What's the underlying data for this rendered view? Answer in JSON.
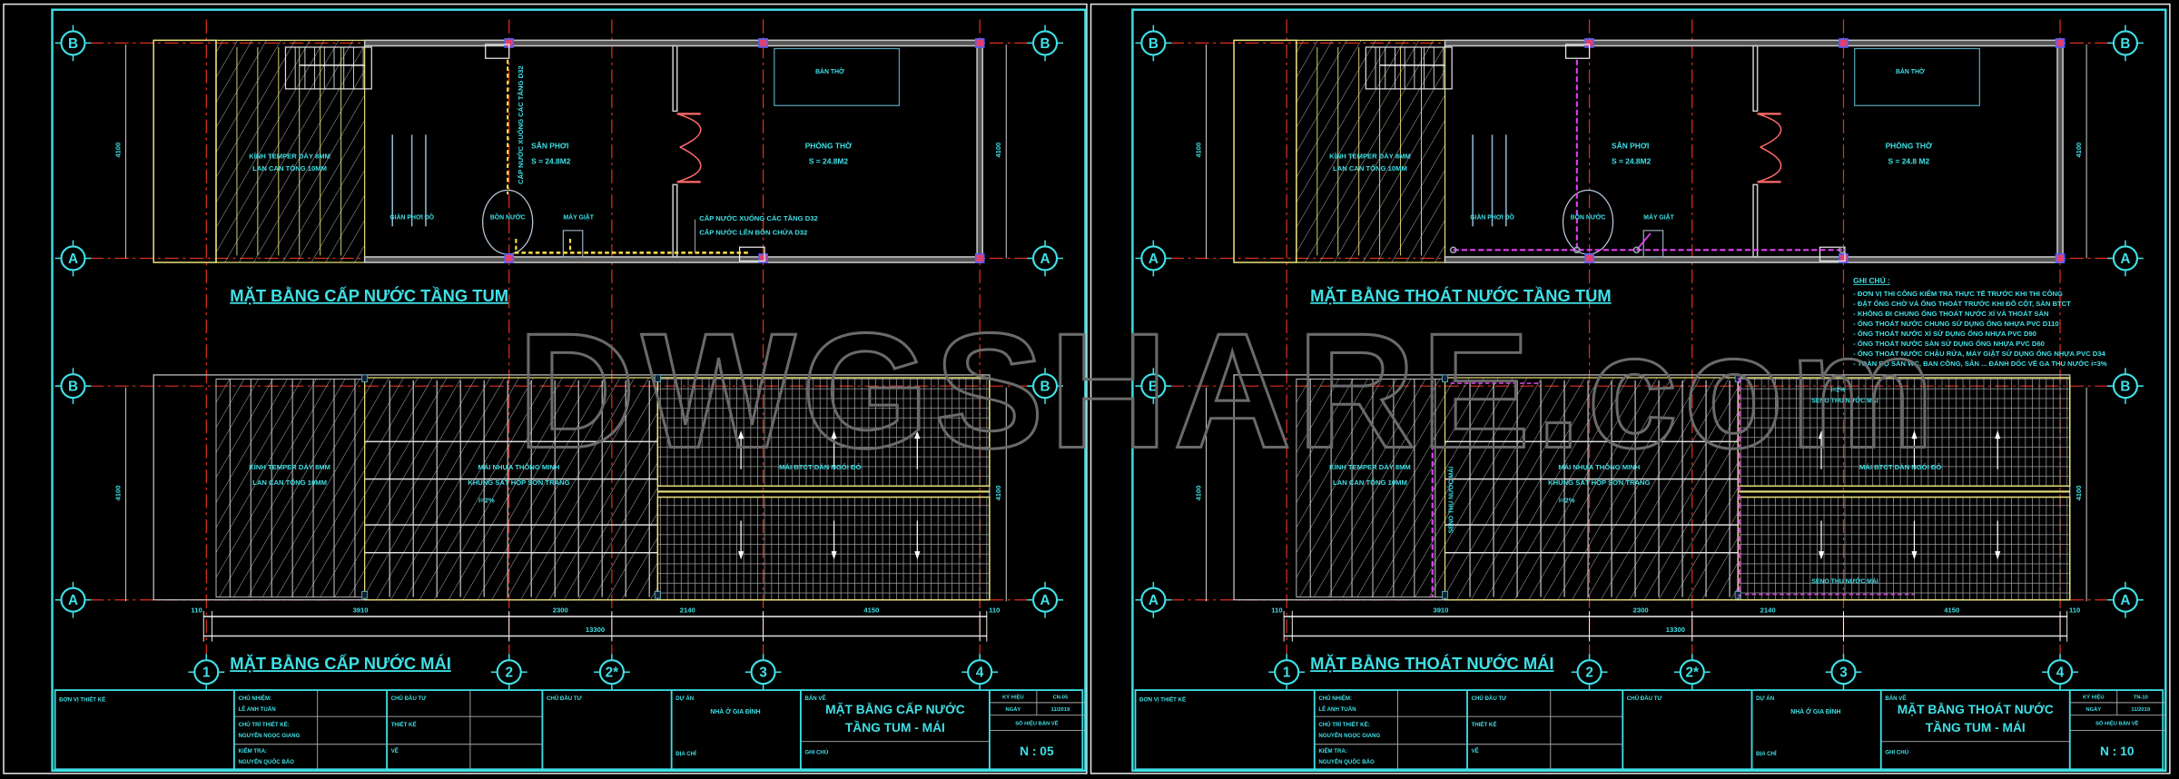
{
  "colors": {
    "background": "#000000",
    "frame": "#3fe0e6",
    "text": "#3fe0e6",
    "grid_axis": "#e0301e",
    "wall": "#c8c8c8",
    "glass_rail": "#e8e07a",
    "supply_pipe": "#ffe14a",
    "drain_pipe": "#e040f0",
    "door": "#ff6a6a",
    "watermark": "#6a6a6a"
  },
  "watermark": "DWGSHARE.com",
  "grid": {
    "rows": [
      "B",
      "A"
    ],
    "columns": [
      "1",
      "2",
      "2*",
      "3",
      "4"
    ]
  },
  "sheets": [
    {
      "top_plan_title": "MẶT BẰNG CẤP NƯỚC TẦNG TUM",
      "roof_plan_title": "MẶT BẰNG CẤP NƯỚC MÁI",
      "top_plan": {
        "drying_yard": "SÂN PHƠI",
        "drying_area": "S = 24.8M2",
        "shrine_room": "PHÒNG THỜ",
        "shrine_area": "S = 24.8M2",
        "altar": "BÀN THỜ",
        "glass_1": "KÍNH TEMPER DÀY 8MM",
        "glass_2": "LAN CAN TỔNG 10MM",
        "clothes_rack": "GIÀN PHƠI ĐỒ",
        "water_tank": "BỒN NƯỚC",
        "washer": "MÁY GIẶT",
        "pipe_down": "CẤP NƯỚC XUỐNG CÁC TẦNG D32",
        "pipe_up": "CẤP NƯỚC LÊN BỒN CHỨA D32",
        "pipe_vertical": "CẤP NƯỚC XUỐNG CÁC TẦNG D32"
      },
      "roof_plan": {
        "glass_1": "KÍNH TEMPER DÀY 8MM",
        "glass_2": "LAN CAN TỔNG 10MM",
        "smart_roof_1": "MÁI NHỰA THÔNG MINH",
        "smart_roof_2": "KHUNG SẮT HỘP SƠN TRẮNG",
        "slope": "i=2%",
        "concrete_roof": "MÁI BTCT DÁN NGÓI ĐỎ"
      },
      "dimensions": {
        "vertical": "4100",
        "spans": [
          "110",
          "3910",
          "2300",
          "2140",
          "4150",
          "110"
        ],
        "total": "13300"
      },
      "title_block": {
        "designer_unit": "ĐƠN VỊ THIẾT KẾ",
        "chief_label": "CHỦ NHIỆM:",
        "chief_name": "LÊ ANH TUẤN",
        "lead_label": "CHỦ TRÌ THIẾT KẾ:",
        "lead_name": "NGUYỄN NGỌC GIANG",
        "check_label": "KIỂM TRA:",
        "check_name": "NGUYỄN QUỐC BẢO",
        "owner_label": "CHỦ ĐẦU TƯ",
        "design_label": "THIẾT KẾ",
        "draw_label": "VẼ",
        "approve_label": "CHỦ ĐẦU TƯ",
        "project_label": "DỰ ÁN",
        "project_name": "NHÀ Ở GIA ĐÌNH",
        "address_label": "ĐỊA CHỈ",
        "drawing_label": "BẢN VẼ",
        "drawing_title_1": "MẶT BẰNG CẤP NƯỚC",
        "drawing_title_2": "TẦNG TUM - MÁI",
        "note_label": "GHI CHÚ",
        "code_label": "KÝ HIỆU",
        "code_value": "CN-05",
        "date_label": "NGÀY",
        "date_value": "11/2019",
        "sheet_label": "SỐ HIỆU BẢN VẼ",
        "sheet_no": "N : 05"
      }
    },
    {
      "top_plan_title": "MẶT BẰNG THOÁT NƯỚC TẦNG TUM",
      "roof_plan_title": "MẶT BẰNG THOÁT NƯỚC MÁI",
      "top_plan": {
        "drying_yard": "SÂN PHƠI",
        "drying_area": "S = 24.8M2",
        "shrine_room": "PHÒNG THỜ",
        "shrine_area": "S = 24.8 M2",
        "altar": "BÀN THỜ",
        "glass_1": "KÍNH TEMPER DÀY 8MM",
        "glass_2": "LAN CAN TỔNG 10MM",
        "clothes_rack": "GIÀN PHƠI ĐỒ",
        "water_tank": "BỒN NƯỚC",
        "washer": "MÁY GIẶT"
      },
      "roof_plan": {
        "glass_1": "KÍNH TEMPER DÀY 8MM",
        "glass_2": "LAN CAN TỔNG 10MM",
        "smart_roof_1": "MÁI NHỰA THÔNG MINH",
        "smart_roof_2": "KHUNG SẮT HỘP SƠN TRẮNG",
        "slope": "i=2%",
        "concrete_roof": "MÁI BTCT DÁN NGÓI ĐỎ",
        "gutter_top": "SENO THU NƯỚC MÁI",
        "gutter_bottom": "SENO THU NƯỚC MÁI",
        "gutter_left": "SENO THU NƯỚC MÁI",
        "slope_gutter": "i=2%"
      },
      "notes": {
        "title": "GHI CHÚ :",
        "items": [
          "- ĐƠN VỊ THI CÔNG KIỂM TRA THỰC TẾ TRƯỚC KHI THI CÔNG",
          "- ĐẶT ỐNG CHỜ VÀ ỐNG THOÁT TRƯỚC KHI ĐỔ CỘT, SÀN BTCT",
          "- KHÔNG ĐI CHUNG ỐNG THOÁT NƯỚC XÍ VÀ THOÁT SÀN",
          "- ỐNG THOÁT NƯỚC CHUNG SỬ DỤNG ỐNG NHỰA PVC D110",
          "- ỐNG THOÁT NƯỚC XÍ SỬ DỤNG ỐNG NHỰA PVC D90",
          "- ỐNG THOÁT NƯỚC SÀN SỬ DỤNG ỐNG NHỰA PVC D60",
          "- ỐNG THOÁT NƯỚC CHẬU RỬA, MÁY GIẶT SỬ DỤNG ỐNG NHỰA PVC D34",
          "- TOÀN BỘ SÀN WC, BAN CÔNG, SÂN ... ĐÁNH DỐC VỀ GA THU NƯỚC i=3%"
        ]
      },
      "dimensions": {
        "vertical": "4100",
        "spans": [
          "110",
          "3910",
          "2300",
          "2140",
          "4150",
          "110"
        ],
        "total": "13300"
      },
      "title_block": {
        "designer_unit": "ĐƠN VỊ THIẾT KẾ",
        "chief_label": "CHỦ NHIỆM:",
        "chief_name": "LÊ ANH TUẤN",
        "lead_label": "CHỦ TRÌ THIẾT KẾ:",
        "lead_name": "NGUYỄN NGỌC GIANG",
        "check_label": "KIỂM TRA:",
        "check_name": "NGUYỄN QUỐC BẢO",
        "owner_label": "CHỦ ĐẦU TƯ",
        "design_label": "THIẾT KẾ",
        "draw_label": "VẼ",
        "approve_label": "CHỦ ĐẦU TƯ",
        "project_label": "DỰ ÁN",
        "project_name": "NHÀ Ở GIA ĐÌNH",
        "address_label": "ĐỊA CHỈ",
        "drawing_label": "BẢN VẼ",
        "drawing_title_1": "MẶT BẰNG THOÁT NƯỚC",
        "drawing_title_2": "TẦNG TUM - MÁI",
        "note_label": "GHI CHÚ",
        "code_label": "KÝ HIỆU",
        "code_value": "TN-10",
        "date_label": "NGÀY",
        "date_value": "11/2019",
        "sheet_label": "SỐ HIỆU BẢN VẼ",
        "sheet_no": "N : 10"
      }
    }
  ]
}
